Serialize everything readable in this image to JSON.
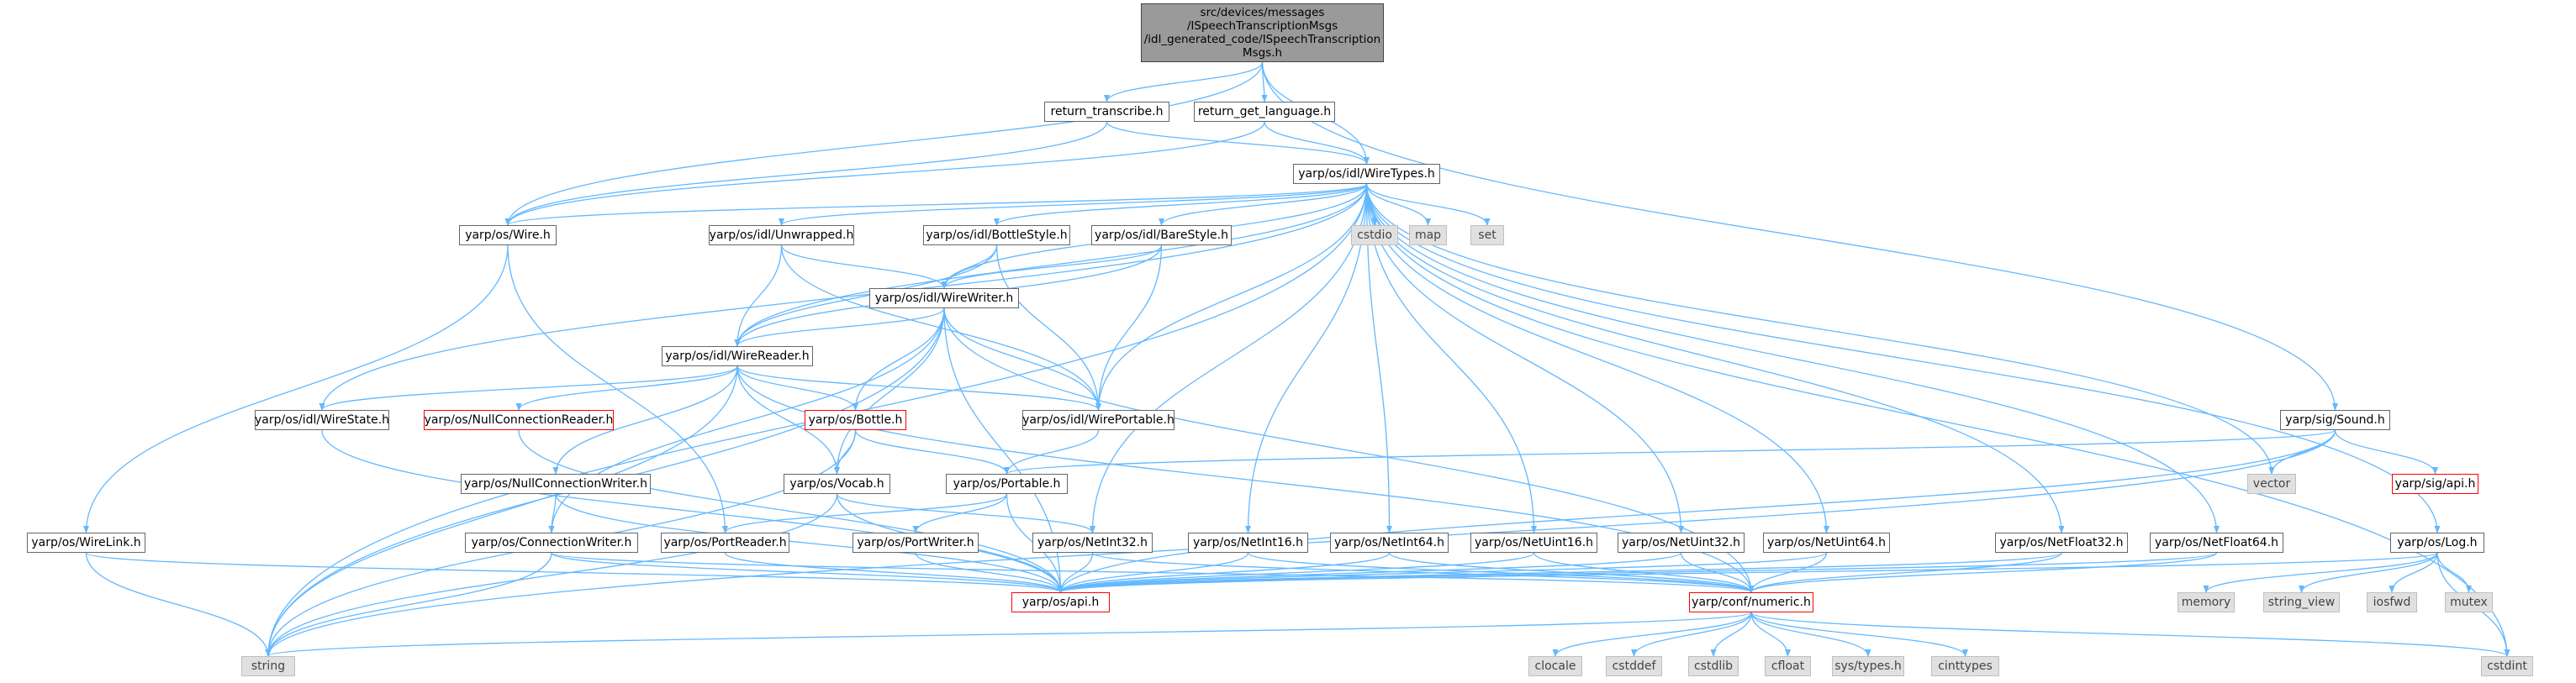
{
  "colors": {
    "edge": "#63b8ff",
    "root_fill": "#9a9a9a",
    "sys_fill": "#e0e0e0",
    "red_border": "#ff0000",
    "node_border": "#666666"
  },
  "nodes": [
    {
      "id": "root",
      "label": "src/devices/messages\n/ISpeechTranscriptionMsgs\n/idl_generated_code/ISpeechTranscription\nMsgs.h",
      "kind": "root"
    },
    {
      "id": "return_transcribe",
      "label": "return_transcribe.h",
      "kind": "normal"
    },
    {
      "id": "return_get_language",
      "label": "return_get_language.h",
      "kind": "normal"
    },
    {
      "id": "wiretypes",
      "label": "yarp/os/idl/WireTypes.h",
      "kind": "normal"
    },
    {
      "id": "wire",
      "label": "yarp/os/Wire.h",
      "kind": "normal"
    },
    {
      "id": "unwrapped",
      "label": "yarp/os/idl/Unwrapped.h",
      "kind": "normal"
    },
    {
      "id": "bottlestyle",
      "label": "yarp/os/idl/BottleStyle.h",
      "kind": "normal"
    },
    {
      "id": "barestyle",
      "label": "yarp/os/idl/BareStyle.h",
      "kind": "normal"
    },
    {
      "id": "cstdio",
      "label": "cstdio",
      "kind": "sys"
    },
    {
      "id": "map",
      "label": "map",
      "kind": "sys"
    },
    {
      "id": "set",
      "label": "set",
      "kind": "sys"
    },
    {
      "id": "wirewriter",
      "label": "yarp/os/idl/WireWriter.h",
      "kind": "normal"
    },
    {
      "id": "wirereader",
      "label": "yarp/os/idl/WireReader.h",
      "kind": "normal"
    },
    {
      "id": "wirestate",
      "label": "yarp/os/idl/WireState.h",
      "kind": "normal"
    },
    {
      "id": "nullconnreader",
      "label": "yarp/os/NullConnectionReader.h",
      "kind": "red"
    },
    {
      "id": "bottle",
      "label": "yarp/os/Bottle.h",
      "kind": "red"
    },
    {
      "id": "wireportable",
      "label": "yarp/os/idl/WirePortable.h",
      "kind": "normal"
    },
    {
      "id": "sound",
      "label": "yarp/sig/Sound.h",
      "kind": "normal"
    },
    {
      "id": "vector",
      "label": "vector",
      "kind": "sys"
    },
    {
      "id": "sigapi",
      "label": "yarp/sig/api.h",
      "kind": "red"
    },
    {
      "id": "nullconnwriter",
      "label": "yarp/os/NullConnectionWriter.h",
      "kind": "normal"
    },
    {
      "id": "vocab",
      "label": "yarp/os/Vocab.h",
      "kind": "normal"
    },
    {
      "id": "portable",
      "label": "yarp/os/Portable.h",
      "kind": "normal"
    },
    {
      "id": "wirelink",
      "label": "yarp/os/WireLink.h",
      "kind": "normal"
    },
    {
      "id": "connwriter",
      "label": "yarp/os/ConnectionWriter.h",
      "kind": "normal"
    },
    {
      "id": "portreader",
      "label": "yarp/os/PortReader.h",
      "kind": "normal"
    },
    {
      "id": "portwriter",
      "label": "yarp/os/PortWriter.h",
      "kind": "normal"
    },
    {
      "id": "netint32",
      "label": "yarp/os/NetInt32.h",
      "kind": "normal"
    },
    {
      "id": "netint16",
      "label": "yarp/os/NetInt16.h",
      "kind": "normal"
    },
    {
      "id": "netint64",
      "label": "yarp/os/NetInt64.h",
      "kind": "normal"
    },
    {
      "id": "netuint16",
      "label": "yarp/os/NetUint16.h",
      "kind": "normal"
    },
    {
      "id": "netuint32",
      "label": "yarp/os/NetUint32.h",
      "kind": "normal"
    },
    {
      "id": "netuint64",
      "label": "yarp/os/NetUint64.h",
      "kind": "normal"
    },
    {
      "id": "netfloat32",
      "label": "yarp/os/NetFloat32.h",
      "kind": "normal"
    },
    {
      "id": "netfloat64",
      "label": "yarp/os/NetFloat64.h",
      "kind": "normal"
    },
    {
      "id": "log",
      "label": "yarp/os/Log.h",
      "kind": "normal"
    },
    {
      "id": "memory",
      "label": "memory",
      "kind": "sys"
    },
    {
      "id": "string_view",
      "label": "string_view",
      "kind": "sys"
    },
    {
      "id": "iosfwd",
      "label": "iosfwd",
      "kind": "sys"
    },
    {
      "id": "mutex",
      "label": "mutex",
      "kind": "sys"
    },
    {
      "id": "osapi",
      "label": "yarp/os/api.h",
      "kind": "red"
    },
    {
      "id": "numeric",
      "label": "yarp/conf/numeric.h",
      "kind": "red"
    },
    {
      "id": "string",
      "label": "string",
      "kind": "sys"
    },
    {
      "id": "cstdint",
      "label": "cstdint",
      "kind": "sys"
    },
    {
      "id": "clocale",
      "label": "clocale",
      "kind": "sys"
    },
    {
      "id": "cstddef",
      "label": "cstddef",
      "kind": "sys"
    },
    {
      "id": "cstdlib",
      "label": "cstdlib",
      "kind": "sys"
    },
    {
      "id": "cfloat",
      "label": "cfloat",
      "kind": "sys"
    },
    {
      "id": "systypes",
      "label": "sys/types.h",
      "kind": "sys"
    },
    {
      "id": "cinttypes",
      "label": "cinttypes",
      "kind": "sys"
    }
  ],
  "edges": [
    [
      "root",
      "return_transcribe"
    ],
    [
      "root",
      "return_get_language"
    ],
    [
      "root",
      "wiretypes"
    ],
    [
      "root",
      "wire"
    ],
    [
      "root",
      "sound"
    ],
    [
      "return_transcribe",
      "wiretypes"
    ],
    [
      "return_transcribe",
      "wire"
    ],
    [
      "return_get_language",
      "wiretypes"
    ],
    [
      "return_get_language",
      "wire"
    ],
    [
      "wiretypes",
      "wire"
    ],
    [
      "wiretypes",
      "unwrapped"
    ],
    [
      "wiretypes",
      "bottlestyle"
    ],
    [
      "wiretypes",
      "barestyle"
    ],
    [
      "wiretypes",
      "cstdio"
    ],
    [
      "wiretypes",
      "map"
    ],
    [
      "wiretypes",
      "set"
    ],
    [
      "wiretypes",
      "wirewriter"
    ],
    [
      "wiretypes",
      "wirereader"
    ],
    [
      "wiretypes",
      "wirestate"
    ],
    [
      "wiretypes",
      "wireportable"
    ],
    [
      "wiretypes",
      "string"
    ],
    [
      "wiretypes",
      "vector"
    ],
    [
      "wiretypes",
      "cstdint"
    ],
    [
      "wiretypes",
      "log"
    ],
    [
      "wiretypes",
      "netint16"
    ],
    [
      "wiretypes",
      "netint32"
    ],
    [
      "wiretypes",
      "netint64"
    ],
    [
      "wiretypes",
      "netuint16"
    ],
    [
      "wiretypes",
      "netuint32"
    ],
    [
      "wiretypes",
      "netuint64"
    ],
    [
      "wiretypes",
      "netfloat32"
    ],
    [
      "wiretypes",
      "netfloat64"
    ],
    [
      "wire",
      "wirelink"
    ],
    [
      "wire",
      "portreader"
    ],
    [
      "unwrapped",
      "wirewriter"
    ],
    [
      "unwrapped",
      "wirereader"
    ],
    [
      "unwrapped",
      "wireportable"
    ],
    [
      "bottlestyle",
      "wirewriter"
    ],
    [
      "bottlestyle",
      "wirereader"
    ],
    [
      "bottlestyle",
      "wireportable"
    ],
    [
      "barestyle",
      "wirewriter"
    ],
    [
      "barestyle",
      "wirereader"
    ],
    [
      "barestyle",
      "wireportable"
    ],
    [
      "wirewriter",
      "wirereader"
    ],
    [
      "wirewriter",
      "wireportable"
    ],
    [
      "wirewriter",
      "bottle"
    ],
    [
      "wirewriter",
      "vocab"
    ],
    [
      "wirewriter",
      "connwriter"
    ],
    [
      "wirewriter",
      "string"
    ],
    [
      "wirewriter",
      "osapi"
    ],
    [
      "wirewriter",
      "numeric"
    ],
    [
      "wirereader",
      "wirestate"
    ],
    [
      "wirereader",
      "nullconnreader"
    ],
    [
      "wirereader",
      "bottle"
    ],
    [
      "wirereader",
      "wireportable"
    ],
    [
      "wirereader",
      "nullconnwriter"
    ],
    [
      "wirereader",
      "vocab"
    ],
    [
      "wirereader",
      "string"
    ],
    [
      "wirereader",
      "numeric"
    ],
    [
      "wirestate",
      "osapi"
    ],
    [
      "nullconnreader",
      "osapi"
    ],
    [
      "bottle",
      "portable"
    ],
    [
      "bottle",
      "vocab"
    ],
    [
      "bottle",
      "string"
    ],
    [
      "wireportable",
      "portable"
    ],
    [
      "sound",
      "portable"
    ],
    [
      "sound",
      "vector"
    ],
    [
      "sound",
      "sigapi"
    ],
    [
      "sound",
      "osapi"
    ],
    [
      "sound",
      "string"
    ],
    [
      "nullconnwriter",
      "connwriter"
    ],
    [
      "nullconnwriter",
      "osapi"
    ],
    [
      "vocab",
      "osapi"
    ],
    [
      "vocab",
      "string"
    ],
    [
      "vocab",
      "netint32"
    ],
    [
      "portable",
      "portreader"
    ],
    [
      "portable",
      "portwriter"
    ],
    [
      "portable",
      "osapi"
    ],
    [
      "wirelink",
      "osapi"
    ],
    [
      "wirelink",
      "string"
    ],
    [
      "connwriter",
      "osapi"
    ],
    [
      "connwriter",
      "string"
    ],
    [
      "connwriter",
      "numeric"
    ],
    [
      "portreader",
      "osapi"
    ],
    [
      "portwriter",
      "osapi"
    ],
    [
      "netint32",
      "osapi"
    ],
    [
      "netint32",
      "numeric"
    ],
    [
      "netint16",
      "osapi"
    ],
    [
      "netint16",
      "numeric"
    ],
    [
      "netint64",
      "osapi"
    ],
    [
      "netint64",
      "numeric"
    ],
    [
      "netuint16",
      "osapi"
    ],
    [
      "netuint16",
      "numeric"
    ],
    [
      "netuint32",
      "osapi"
    ],
    [
      "netuint32",
      "numeric"
    ],
    [
      "netuint64",
      "osapi"
    ],
    [
      "netuint64",
      "numeric"
    ],
    [
      "netfloat32",
      "osapi"
    ],
    [
      "netfloat32",
      "numeric"
    ],
    [
      "netfloat64",
      "osapi"
    ],
    [
      "netfloat64",
      "numeric"
    ],
    [
      "log",
      "memory"
    ],
    [
      "log",
      "string_view"
    ],
    [
      "log",
      "iosfwd"
    ],
    [
      "log",
      "mutex"
    ],
    [
      "log",
      "cstdint"
    ],
    [
      "log",
      "osapi"
    ],
    [
      "numeric",
      "string"
    ],
    [
      "numeric",
      "cstdint"
    ],
    [
      "numeric",
      "clocale"
    ],
    [
      "numeric",
      "cstddef"
    ],
    [
      "numeric",
      "cstdlib"
    ],
    [
      "numeric",
      "cfloat"
    ],
    [
      "numeric",
      "systypes"
    ],
    [
      "numeric",
      "cinttypes"
    ]
  ]
}
